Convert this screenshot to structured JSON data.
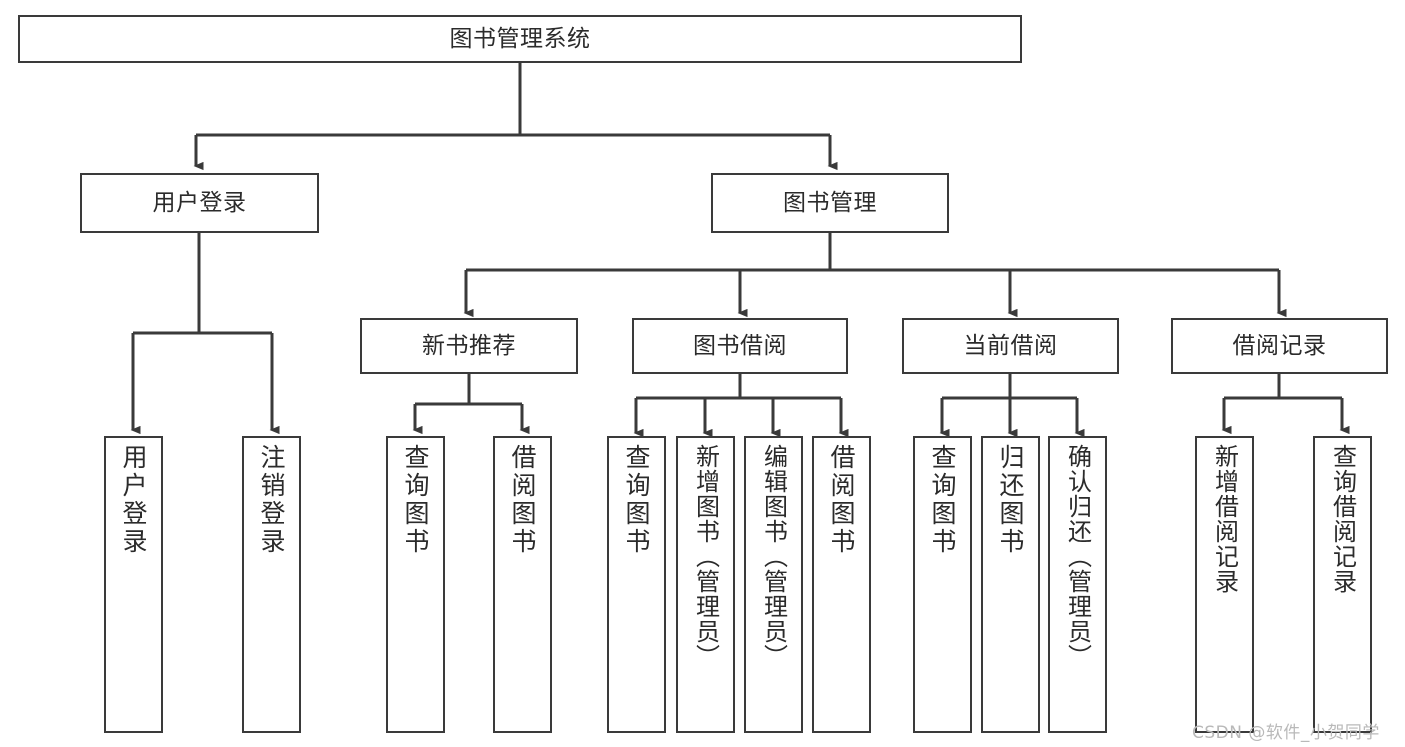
{
  "diagram": {
    "type": "tree",
    "title": "图书管理系统",
    "root": {
      "label": "图书管理系统"
    },
    "level2": [
      {
        "label": "用户登录"
      },
      {
        "label": "图书管理"
      }
    ],
    "level3": [
      {
        "label": "新书推荐"
      },
      {
        "label": "图书借阅"
      },
      {
        "label": "当前借阅"
      },
      {
        "label": "借阅记录"
      }
    ],
    "leaves": {
      "user_login": [
        {
          "label": "用户登录"
        },
        {
          "label": "注销登录"
        }
      ],
      "new_book_recommend": [
        {
          "label": "查询图书"
        },
        {
          "label": "借阅图书"
        }
      ],
      "book_borrow": [
        {
          "label": "查询图书"
        },
        {
          "label": "新增图书（管理员）"
        },
        {
          "label": "编辑图书（管理员）"
        },
        {
          "label": "借阅图书"
        }
      ],
      "current_borrow": [
        {
          "label": "查询图书"
        },
        {
          "label": "归还图书"
        },
        {
          "label": "确认归还（管理员）"
        }
      ],
      "borrow_record": [
        {
          "label": "新增借阅记录"
        },
        {
          "label": "查询借阅记录"
        }
      ]
    }
  },
  "watermark": {
    "text": "CSDN @软件_小贺同学"
  },
  "colors": {
    "border": "#3a3a3a",
    "line": "#3a3a3a",
    "text": "#2b2b2b",
    "background": "#ffffff",
    "watermark": "#b9b9b9"
  }
}
